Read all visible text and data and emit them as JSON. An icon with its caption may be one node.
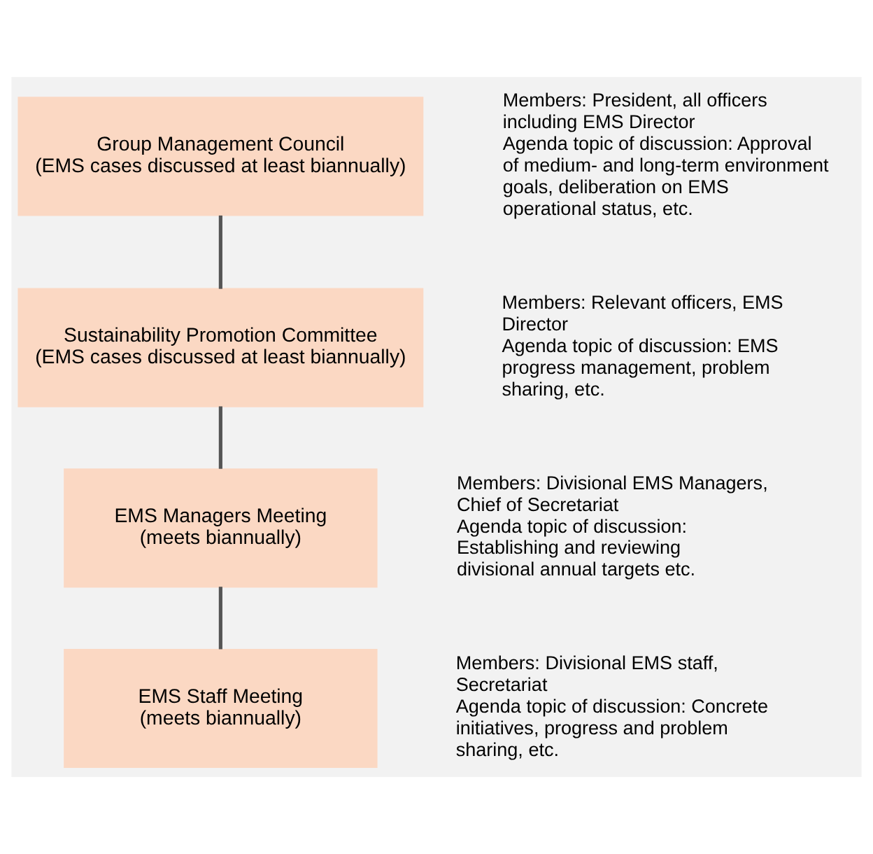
{
  "diagram": {
    "nodes": [
      {
        "text": [
          "Group Management Council",
          "(EMS cases discussed at least biannually)"
        ],
        "beside": [
          "Members: President, all officers including EMS Director",
          "Agenda topic of discussion: Approval of medium- and long-term environment goals, deliberation on EMS operational status, etc."
        ]
      },
      {
        "text": [
          "Sustainability Promotion Committee",
          "(EMS cases discussed at least biannually)"
        ],
        "beside": [
          "Members: Relevant officers, EMS Director",
          "Agenda topic of discussion: EMS progress management, problem sharing, etc."
        ]
      },
      {
        "text": [
          "EMS Managers Meeting",
          "(meets biannually)"
        ],
        "beside": [
          "Members: Divisional EMS Managers, Chief of Secretariat",
          "Agenda topic of discussion: Establishing and reviewing divisional annual targets etc."
        ]
      },
      {
        "text": [
          "EMS Staff Meeting",
          "(meets biannually)"
        ],
        "beside": [
          "Members: Divisional EMS staff, Secretariat",
          "Agenda topic of discussion: Concrete initiatives, progress and problem sharing, etc."
        ]
      }
    ],
    "edges": [
      {
        "from": 0,
        "to": 1,
        "arrow": "none"
      },
      {
        "from": 1,
        "to": 2,
        "arrow": "none"
      },
      {
        "from": 2,
        "to": 3,
        "arrow": "none"
      }
    ]
  }
}
